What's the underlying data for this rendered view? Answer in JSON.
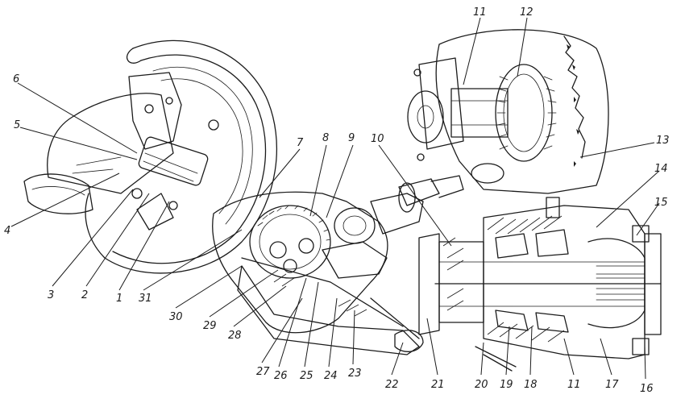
{
  "callouts": [
    {
      "id": "6"
    },
    {
      "id": "5"
    },
    {
      "id": "4"
    },
    {
      "id": "3"
    },
    {
      "id": "2"
    },
    {
      "id": "1"
    },
    {
      "id": "31"
    },
    {
      "id": "7"
    },
    {
      "id": "8"
    },
    {
      "id": "9"
    },
    {
      "id": "10"
    },
    {
      "id": "11"
    },
    {
      "id": "12"
    },
    {
      "id": "13"
    },
    {
      "id": "14"
    },
    {
      "id": "15"
    },
    {
      "id": "30"
    },
    {
      "id": "29"
    },
    {
      "id": "28"
    },
    {
      "id": "27"
    },
    {
      "id": "26"
    },
    {
      "id": "25"
    },
    {
      "id": "24"
    },
    {
      "id": "23"
    },
    {
      "id": "22"
    },
    {
      "id": "21"
    },
    {
      "id": "20"
    },
    {
      "id": "19"
    },
    {
      "id": "18"
    },
    {
      "id": "11b"
    },
    {
      "id": "17"
    },
    {
      "id": "16"
    }
  ],
  "labels": {
    "6": "6",
    "5": "5",
    "4": "4",
    "3": "3",
    "2": "2",
    "1": "1",
    "31": "31",
    "7": "7",
    "8": "8",
    "9": "9",
    "10": "10",
    "11": "11",
    "12": "12",
    "13": "13",
    "14": "14",
    "15": "15",
    "30": "30",
    "29": "29",
    "28": "28",
    "27": "27",
    "26": "26",
    "25": "25",
    "24": "24",
    "23": "23",
    "22": "22",
    "21": "21",
    "20": "20",
    "19": "19",
    "18": "18",
    "11b": "11",
    "17": "17",
    "16": "16"
  },
  "colors": {
    "ink": "#1b1b1b",
    "paper": "#ffffff"
  }
}
